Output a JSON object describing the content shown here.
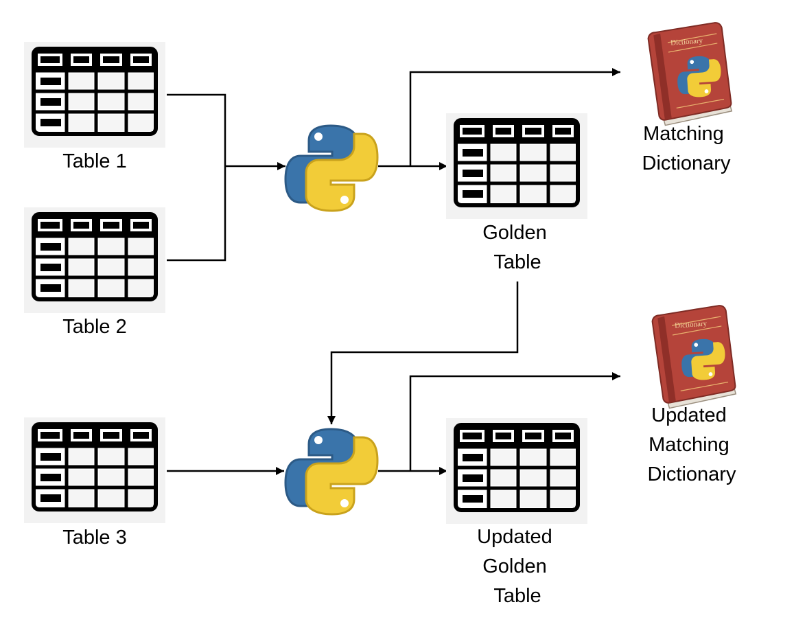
{
  "diagram": {
    "tables": {
      "table1": "Table 1",
      "table2": "Table 2",
      "table3": "Table 3"
    },
    "golden_table": [
      "Golden",
      "Table"
    ],
    "updated_golden_table": [
      "Updated",
      "Golden",
      "Table"
    ],
    "matching_dictionary": [
      "Matching",
      "Dictionary"
    ],
    "updated_matching_dictionary": [
      "Updated",
      "Matching",
      "Dictionary"
    ],
    "book_cover_text": "Dictionary"
  },
  "colors": {
    "python_blue": "#3a74aa",
    "python_yellow": "#f2cc38",
    "book_red": "#b5443a",
    "table_bg": "#f2f2f2"
  },
  "icons": [
    "table-icon",
    "python-logo-icon",
    "dictionary-book-icon"
  ]
}
